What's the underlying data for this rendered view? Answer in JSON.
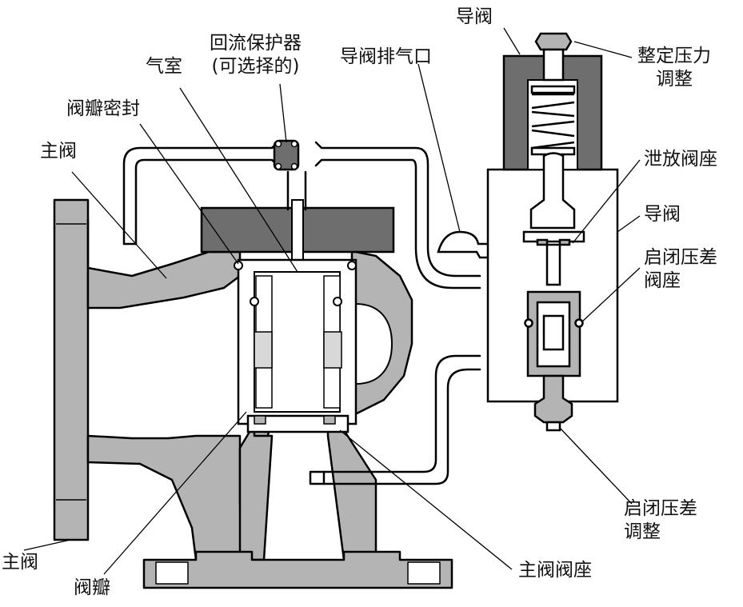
{
  "labels": {
    "pilot_valve_top": "导阀",
    "set_pressure_adj": [
      "整定压力",
      "调整"
    ],
    "backflow_preventer": [
      "回流保护器",
      "(可选择的)"
    ],
    "gas_chamber": "气室",
    "pilot_exhaust": "导阀排气口",
    "disc_seal": "阀瓣密封",
    "main_valve_upper": "主阀",
    "blowdown_seat": "泄放阀座",
    "pilot_valve_side": "导阀",
    "blowdown_diff_seat": [
      "启闭压差",
      "阀座"
    ],
    "blowdown_diff_adj": [
      "启闭压差",
      "调整"
    ],
    "main_valve_lower": "主阀",
    "disc": "阀瓣",
    "main_valve_seat": "主阀阀座"
  },
  "colors": {
    "body_fill": "#b4b4b4",
    "cover_fill": "#6e6e6e",
    "line": "#000000",
    "background": "#ffffff"
  }
}
